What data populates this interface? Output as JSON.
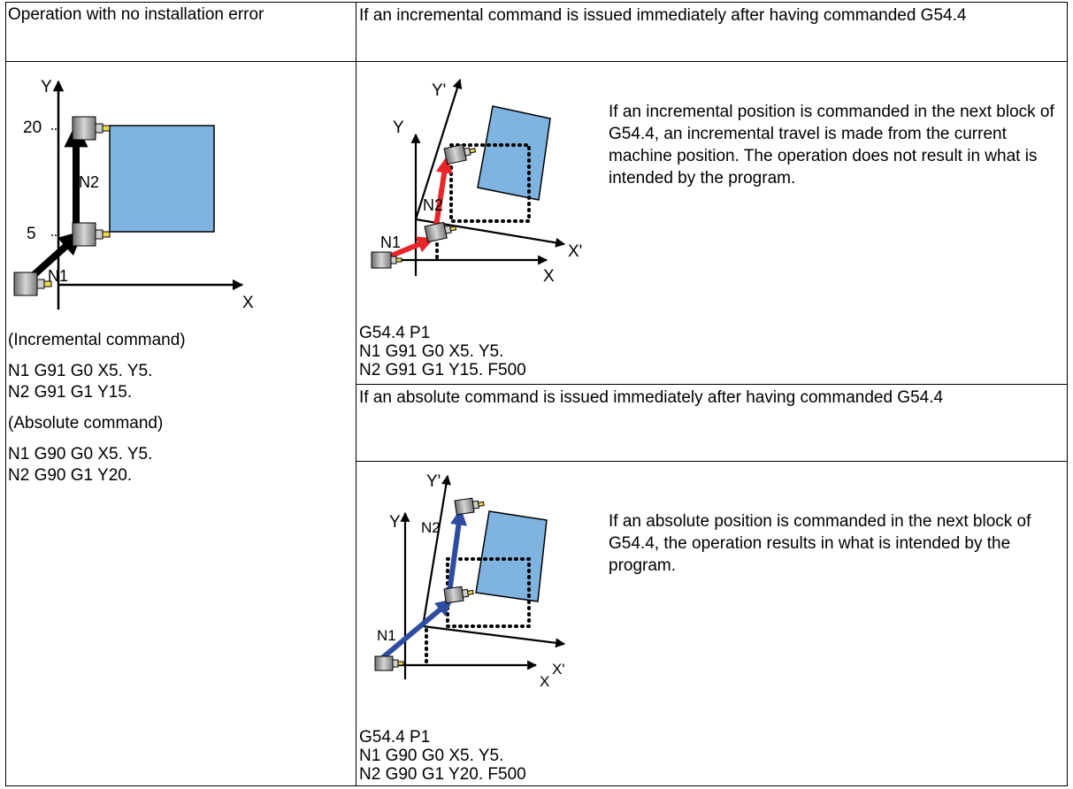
{
  "table": {
    "left_header": "Operation with no installation error",
    "right_header_incremental": "If an incremental command is issued immediately after having commanded G54.4",
    "right_header_absolute": "If an absolute command is issued immediately after having commanded G54.4"
  },
  "left": {
    "diagram": {
      "y_axis": "Y",
      "x_axis": "X",
      "tick_20": "20",
      "tick_5": "5",
      "label_n1": "N1",
      "label_n2": "N2"
    },
    "incremental_title": "(Incremental command)",
    "incremental_lines": [
      "N1 G91 G0 X5. Y5.",
      "N2 G91 G1 Y15."
    ],
    "absolute_title": "(Absolute command)",
    "absolute_lines": [
      "N1 G90 G0 X5. Y5.",
      "N2 G90 G1 Y20."
    ]
  },
  "incremental_case": {
    "diagram": {
      "y_axis": "Y",
      "x_axis": "X",
      "y_prime": "Y'",
      "x_prime": "X'",
      "label_n1": "N1",
      "label_n2": "N2"
    },
    "description": "If an incremental position is commanded in the next block of G54.4, an incremental travel is made from the current machine position. The operation does not result in what is intended by the program.",
    "program_lines": [
      "G54.4 P1",
      "N1 G91 G0 X5. Y5.",
      "N2 G91 G1 Y15. F500"
    ]
  },
  "absolute_case": {
    "diagram": {
      "y_axis": "Y",
      "x_axis": "X",
      "y_prime": "Y'",
      "x_prime": "X'",
      "label_n1": "N1",
      "label_n2": "N2"
    },
    "description": "If an absolute position is commanded in the next block of G54.4, the operation results in what is intended by the program.",
    "program_lines": [
      "G54.4 P1",
      "N1 G90 G0 X5. Y5.",
      "N2 G90 G1 Y20. F500"
    ]
  },
  "colors": {
    "workpiece": "#7fb4e0",
    "red_arrow": "#e8262a",
    "blue_arrow": "#2f4da0",
    "tool_body": "#9a9a9a",
    "tool_tip": "#f2d84a"
  }
}
